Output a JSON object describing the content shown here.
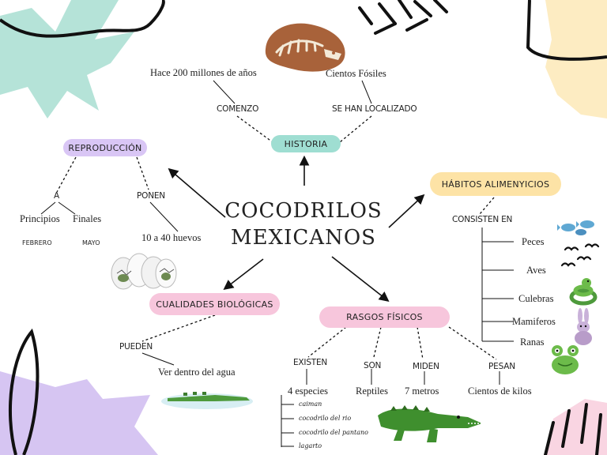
{
  "title": {
    "line1": "COCODRILOS",
    "line2": "MEXICANOS"
  },
  "historia": {
    "label": "HISTORIA",
    "left_link": "COMENZO",
    "left_value": "Hace 200 millones de años",
    "right_link": "SE HAN LOCALIZADO",
    "right_value": "Cientos Fósiles"
  },
  "reproduccion": {
    "label": "REPRODUCCIÓN",
    "link_a": "A",
    "principios": "Principios",
    "finales": "Finales",
    "febrero": "FEBRERO",
    "mayo": "MAYO",
    "link_ponen": "PONEN",
    "huevos": "10 a 40 huevos"
  },
  "habitos": {
    "label": "HÁBITOS ALIMENYICIOS",
    "link": "CONSISTEN EN",
    "items": [
      "Peces",
      "Aves",
      "Culebras",
      "Mamiferos",
      "Ranas"
    ]
  },
  "cualidades": {
    "label": "CUALIDADES BIOLÓGICAS",
    "link": "PUEDEN",
    "value": "Ver dentro del agua"
  },
  "rasgos": {
    "label": "RASGOS FÍSICOS",
    "existen": "EXISTEN",
    "especies": "4 especies",
    "species_list": [
      "caiman",
      "cocodrilo del rio",
      "cocodrilo del pantano",
      "lagarto"
    ],
    "son": "SON",
    "reptiles": "Reptiles",
    "miden": "MIDEN",
    "metros": "7 metros",
    "pesan": "PESAN",
    "kilos": "Cientos de kilos"
  },
  "colors": {
    "historia": "#9fded2",
    "reproduccion": "#d9c6f5",
    "habitos": "#fde3a6",
    "cualidades": "#f7c6dc",
    "rasgos": "#f7c6dc",
    "teal_shape": "#b5e3d8",
    "lilac_shape": "#d6c5f2",
    "cream_shape": "#fdecc2",
    "pink_shape": "#f9d5e2"
  },
  "icons": [
    "fossil-icon",
    "eggs-icon",
    "fish-icon",
    "birds-icon",
    "snake-icon",
    "rabbit-icon",
    "frog-icon",
    "crocodile-in-water-icon",
    "crocodile-icon"
  ]
}
